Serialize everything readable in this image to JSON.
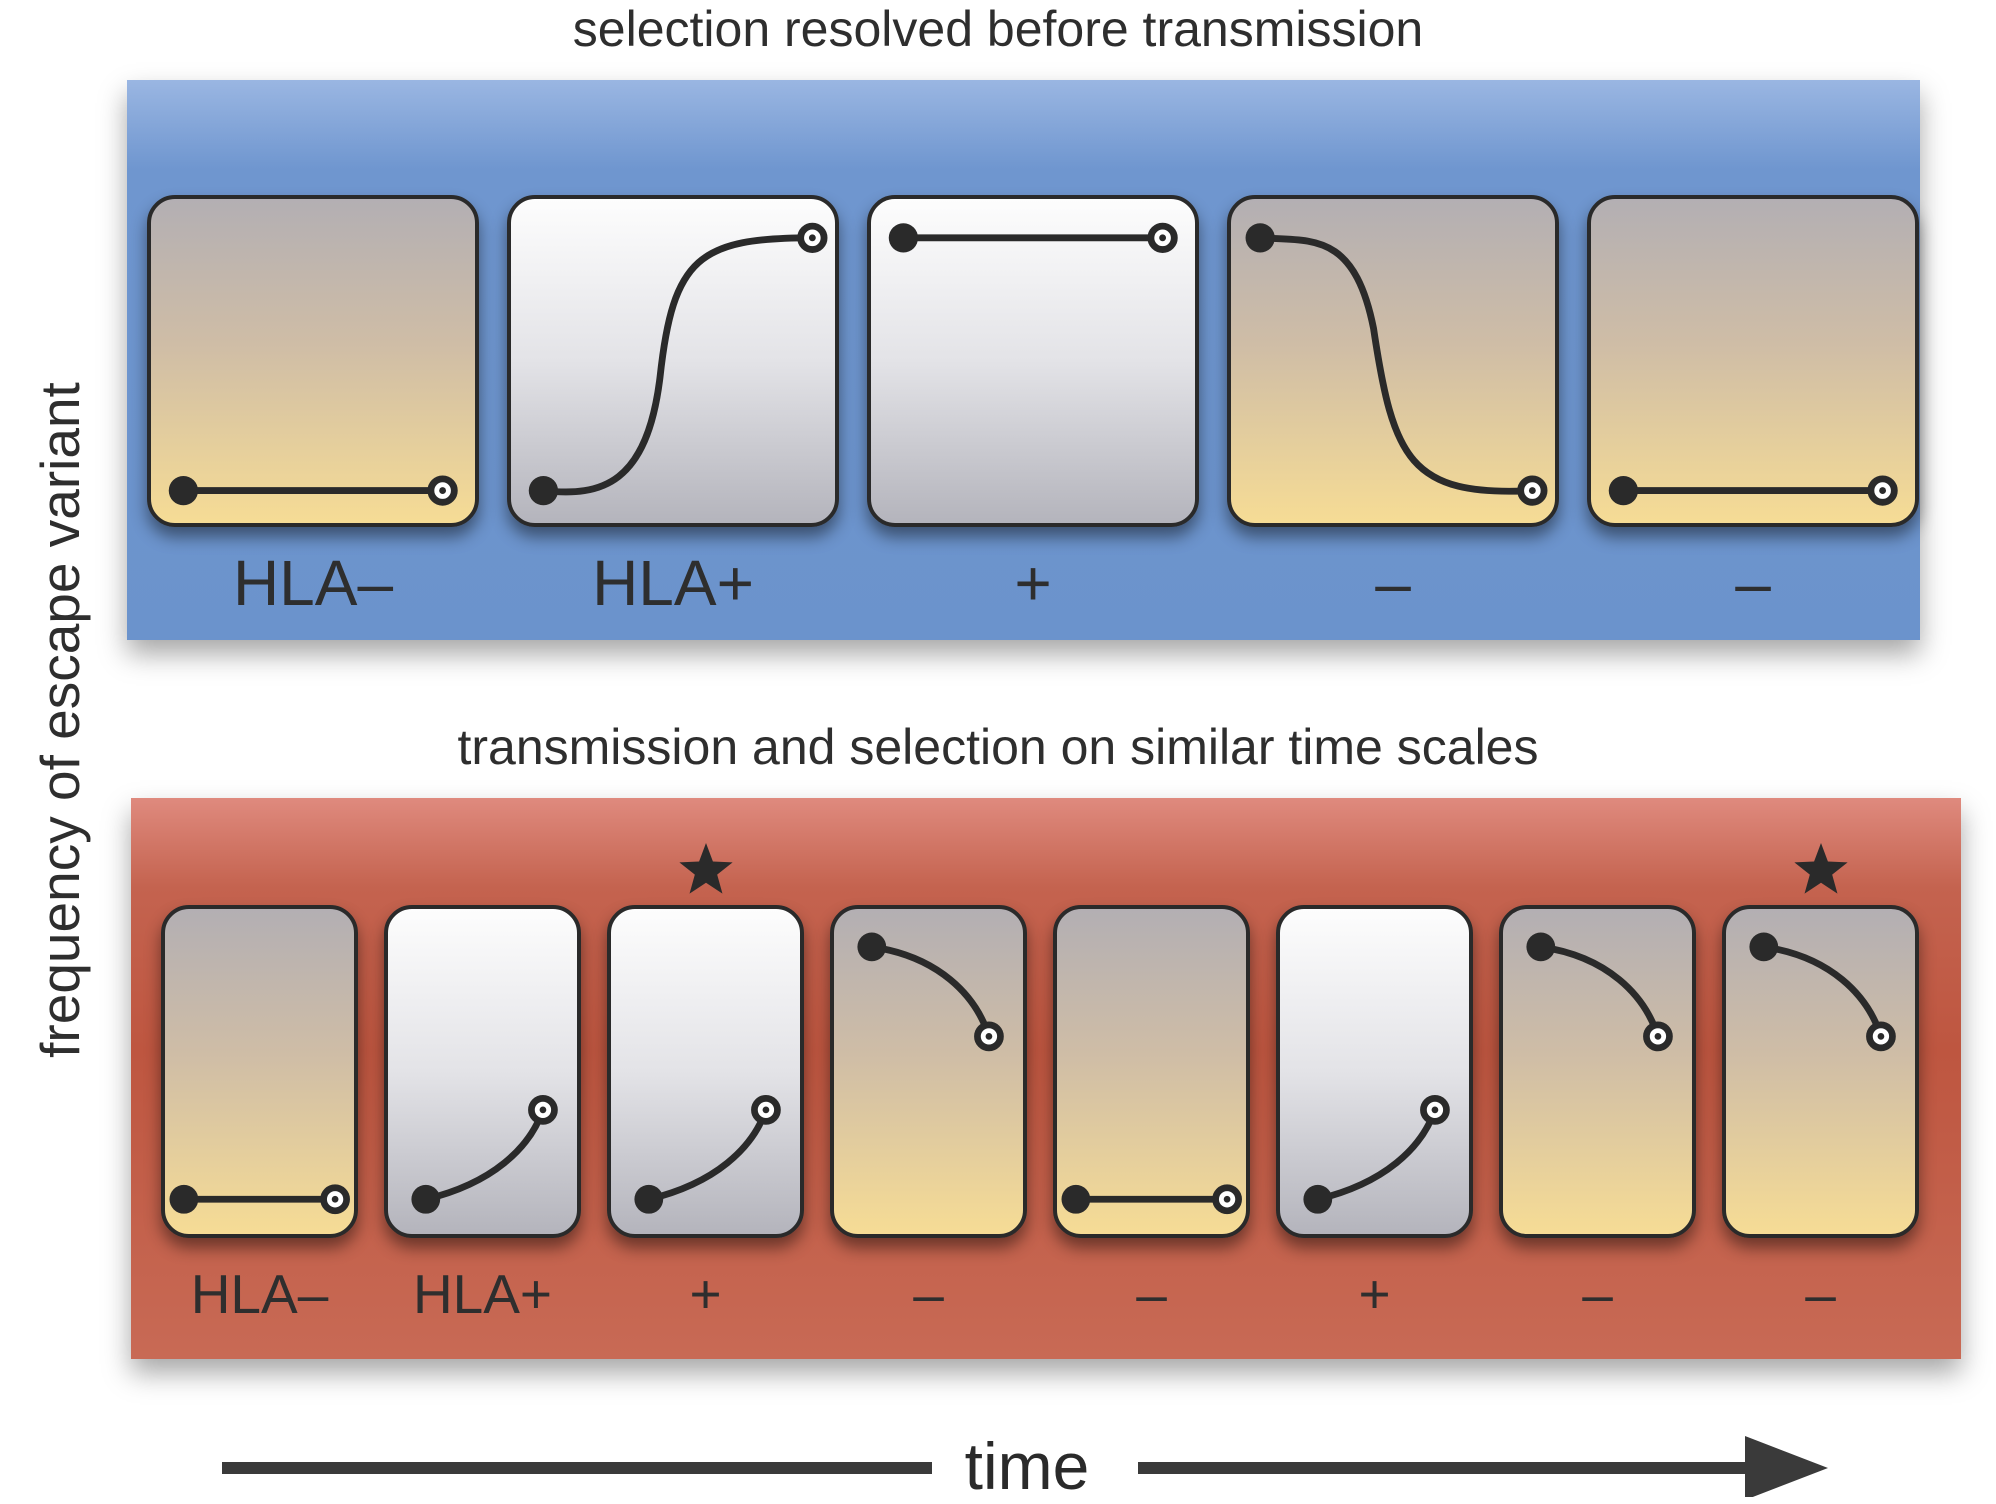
{
  "top_panel": {
    "title": "selection resolved before transmission",
    "boxes": [
      {
        "label": "HLA–",
        "fill": "neg",
        "curve": "flat-low"
      },
      {
        "label": "HLA+",
        "fill": "pos",
        "curve": "rise-s"
      },
      {
        "label": "+",
        "fill": "pos",
        "curve": "flat-high"
      },
      {
        "label": "–",
        "fill": "neg",
        "curve": "fall-s"
      },
      {
        "label": "–",
        "fill": "neg",
        "curve": "flat-low"
      }
    ],
    "color": "#6b93cc"
  },
  "bottom_panel": {
    "title": "transmission and selection on similar time scales",
    "boxes": [
      {
        "label": "HLA–",
        "fill": "neg",
        "curve": "flat-low",
        "star": false
      },
      {
        "label": "HLA+",
        "fill": "pos",
        "curve": "rise",
        "star": false
      },
      {
        "label": "+",
        "fill": "pos",
        "curve": "rise",
        "star": true
      },
      {
        "label": "–",
        "fill": "neg",
        "curve": "fall",
        "star": false
      },
      {
        "label": "–",
        "fill": "neg",
        "curve": "flat-low",
        "star": false
      },
      {
        "label": "+",
        "fill": "pos",
        "curve": "rise",
        "star": false
      },
      {
        "label": "–",
        "fill": "neg",
        "curve": "fall",
        "star": false
      },
      {
        "label": "–",
        "fill": "neg",
        "curve": "fall",
        "star": true
      }
    ],
    "color": "#be5640"
  },
  "axes": {
    "ylabel": "frequency of escape variant",
    "xlabel": "time"
  },
  "icons": {
    "star": "star-icon",
    "arrow": "arrow-right-icon"
  }
}
